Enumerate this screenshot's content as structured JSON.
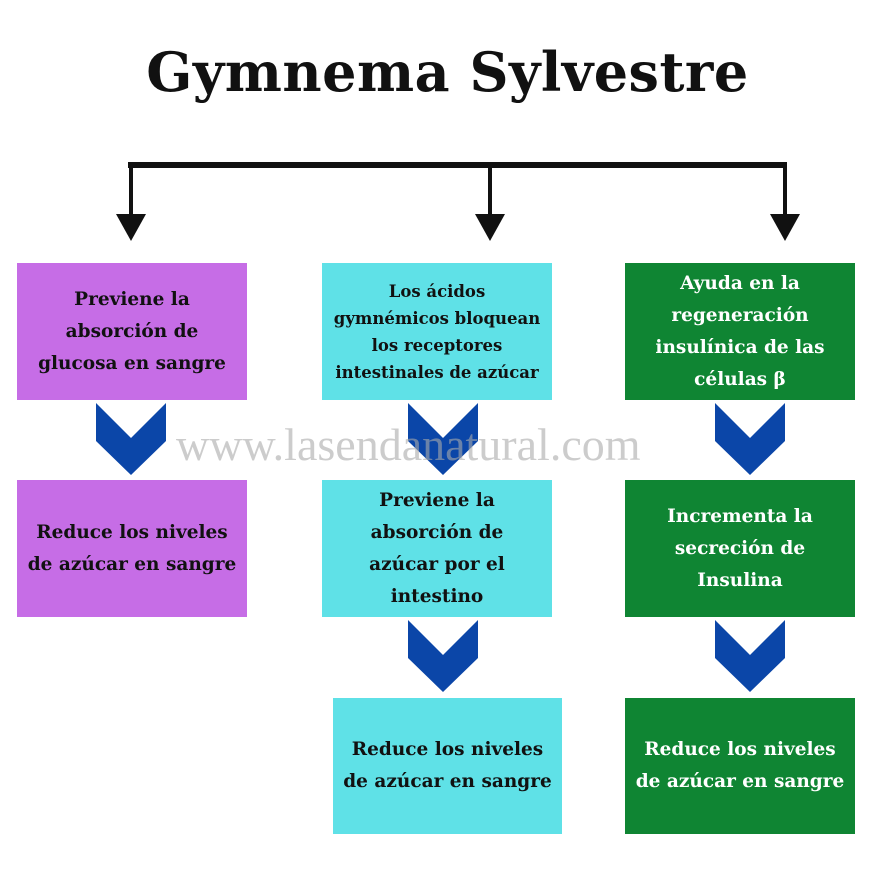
{
  "title": "Gymnema Sylvestre",
  "watermark": "www.lasendanatural.com",
  "colors": {
    "purple": "#c66de6",
    "cyan": "#5fe1e7",
    "green": "#0f8533",
    "chevron": "#0b46a8"
  },
  "columns": [
    {
      "boxes": [
        "Previene la absorción de glucosa en sangre",
        "Reduce los niveles de azúcar en sangre"
      ]
    },
    {
      "boxes": [
        "Los ácidos gymnémicos bloquean los receptores intestinales de azúcar",
        "Previene la absorción de azúcar por el intestino",
        "Reduce los niveles de azúcar en sangre"
      ]
    },
    {
      "boxes": [
        "Ayuda en la regeneración insulínica de las células β",
        "Incrementa la secreción de Insulina",
        "Reduce los niveles de azúcar en sangre"
      ]
    }
  ]
}
